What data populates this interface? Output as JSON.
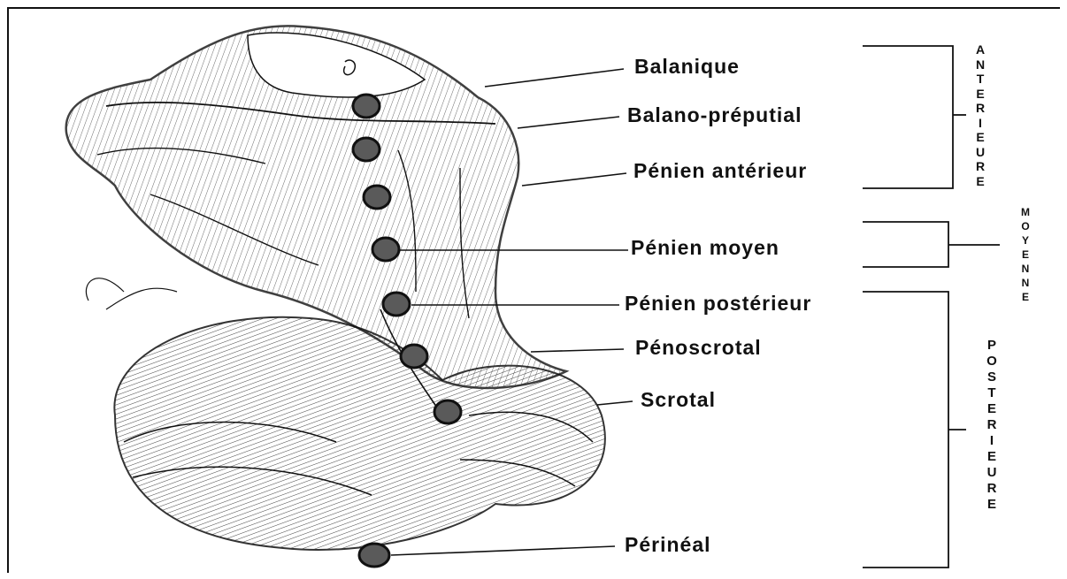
{
  "labels": {
    "balanique": "Balanique",
    "balano_preputial": "Balano-préputial",
    "penien_anterieur": "Pénien antérieur",
    "penien_moyen": "Pénien moyen",
    "penien_posterieur": "Pénien postérieur",
    "penoscrotal": "Pénoscrotal",
    "scrotal": "Scrotal",
    "perineal": "Périnéal"
  },
  "groups": {
    "anterieure": "ANTERIEURE",
    "moyenne": "MOYENNE",
    "posterieure": "POSTERIEURE"
  },
  "colors": {
    "ink": "#111111",
    "marker_fill": "#5a5a5a",
    "paper": "#ffffff"
  }
}
